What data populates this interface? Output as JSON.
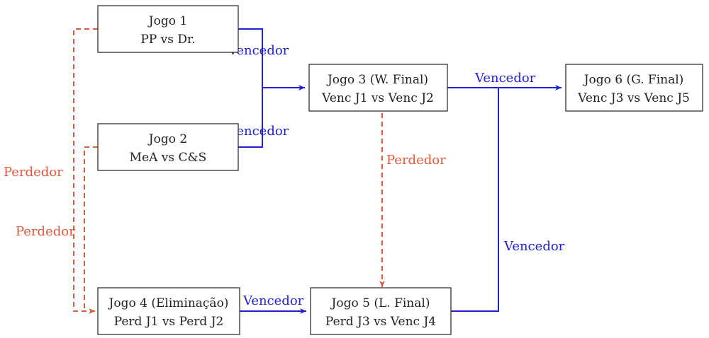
{
  "colors": {
    "winner": "#1f1fd6",
    "loser": "#e0583a",
    "node_border": "#333333",
    "text": "#222222"
  },
  "nodes": {
    "jogo1": {
      "title": "Jogo 1",
      "subtitle": "PP vs Dr."
    },
    "jogo2": {
      "title": "Jogo 2",
      "subtitle": "MeA vs C&S"
    },
    "jogo3": {
      "title": "Jogo 3 (W. Final)",
      "subtitle": "Venc J1 vs Venc J2"
    },
    "jogo4": {
      "title": "Jogo 4 (Eliminação)",
      "subtitle": "Perd J1 vs Perd J2"
    },
    "jogo5": {
      "title": "Jogo 5 (L. Final)",
      "subtitle": "Perd J3 vs Venc J4"
    },
    "jogo6": {
      "title": "Jogo 6 (G. Final)",
      "subtitle": "Venc J3 vs Venc J5"
    }
  },
  "edges": {
    "j1_j3": {
      "label": "Vencedor",
      "kind": "winner"
    },
    "j2_j3": {
      "label": "Vencedor",
      "kind": "winner"
    },
    "j3_j6": {
      "label": "Vencedor",
      "kind": "winner"
    },
    "j3_j5": {
      "label": "Perdedor",
      "kind": "loser"
    },
    "j1_j4": {
      "label": "Perdedor",
      "kind": "loser"
    },
    "j2_j4": {
      "label": "Perdedor",
      "kind": "loser"
    },
    "j4_j5": {
      "label": "Vencedor",
      "kind": "winner"
    },
    "j5_j6": {
      "label": "Vencedor",
      "kind": "winner"
    }
  }
}
